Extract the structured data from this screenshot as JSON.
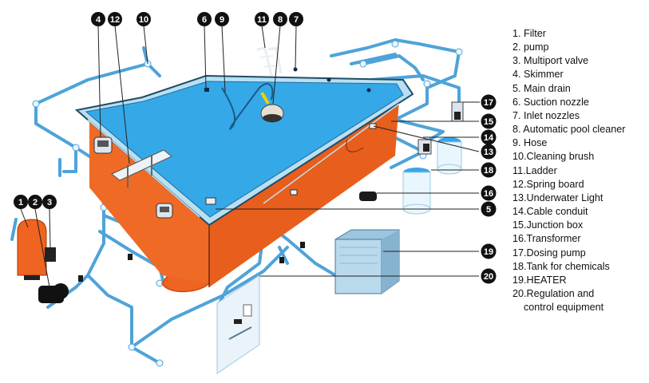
{
  "legend": [
    "1. Filter",
    "2. pump",
    "3. Multiport valve",
    "4. Skimmer",
    "5. Main drain",
    "6. Suction nozzle",
    "7. Inlet nozzles",
    "8. Automatic pool cleaner",
    "9. Hose",
    "10.Cleaning brush",
    "11.Ladder",
    "12.Spring board",
    "13.Underwater Light",
    "14.Cable conduit",
    "15.Junction box",
    "16.Transformer",
    "17.Dosing pump",
    "18.Tank for chemicals",
    "19.HEATER",
    "20.Regulation and",
    "    control equipment"
  ],
  "badges": {
    "b1": "1",
    "b2": "2",
    "b3": "3",
    "b4": "4",
    "b5": "5",
    "b6": "6",
    "b7": "7",
    "b8": "8",
    "b9": "9",
    "b10": "10",
    "b11": "11",
    "b12": "12",
    "b13": "13",
    "b14": "14",
    "b15": "15",
    "b16": "16",
    "b17": "17",
    "b18": "18",
    "b19": "19",
    "b20": "20"
  },
  "colors": {
    "water": "#35a8e8",
    "pool_wall": "#ee6420",
    "pipe": "#4fa3d8",
    "coping": "#b9dff3",
    "badge": "#111111"
  }
}
